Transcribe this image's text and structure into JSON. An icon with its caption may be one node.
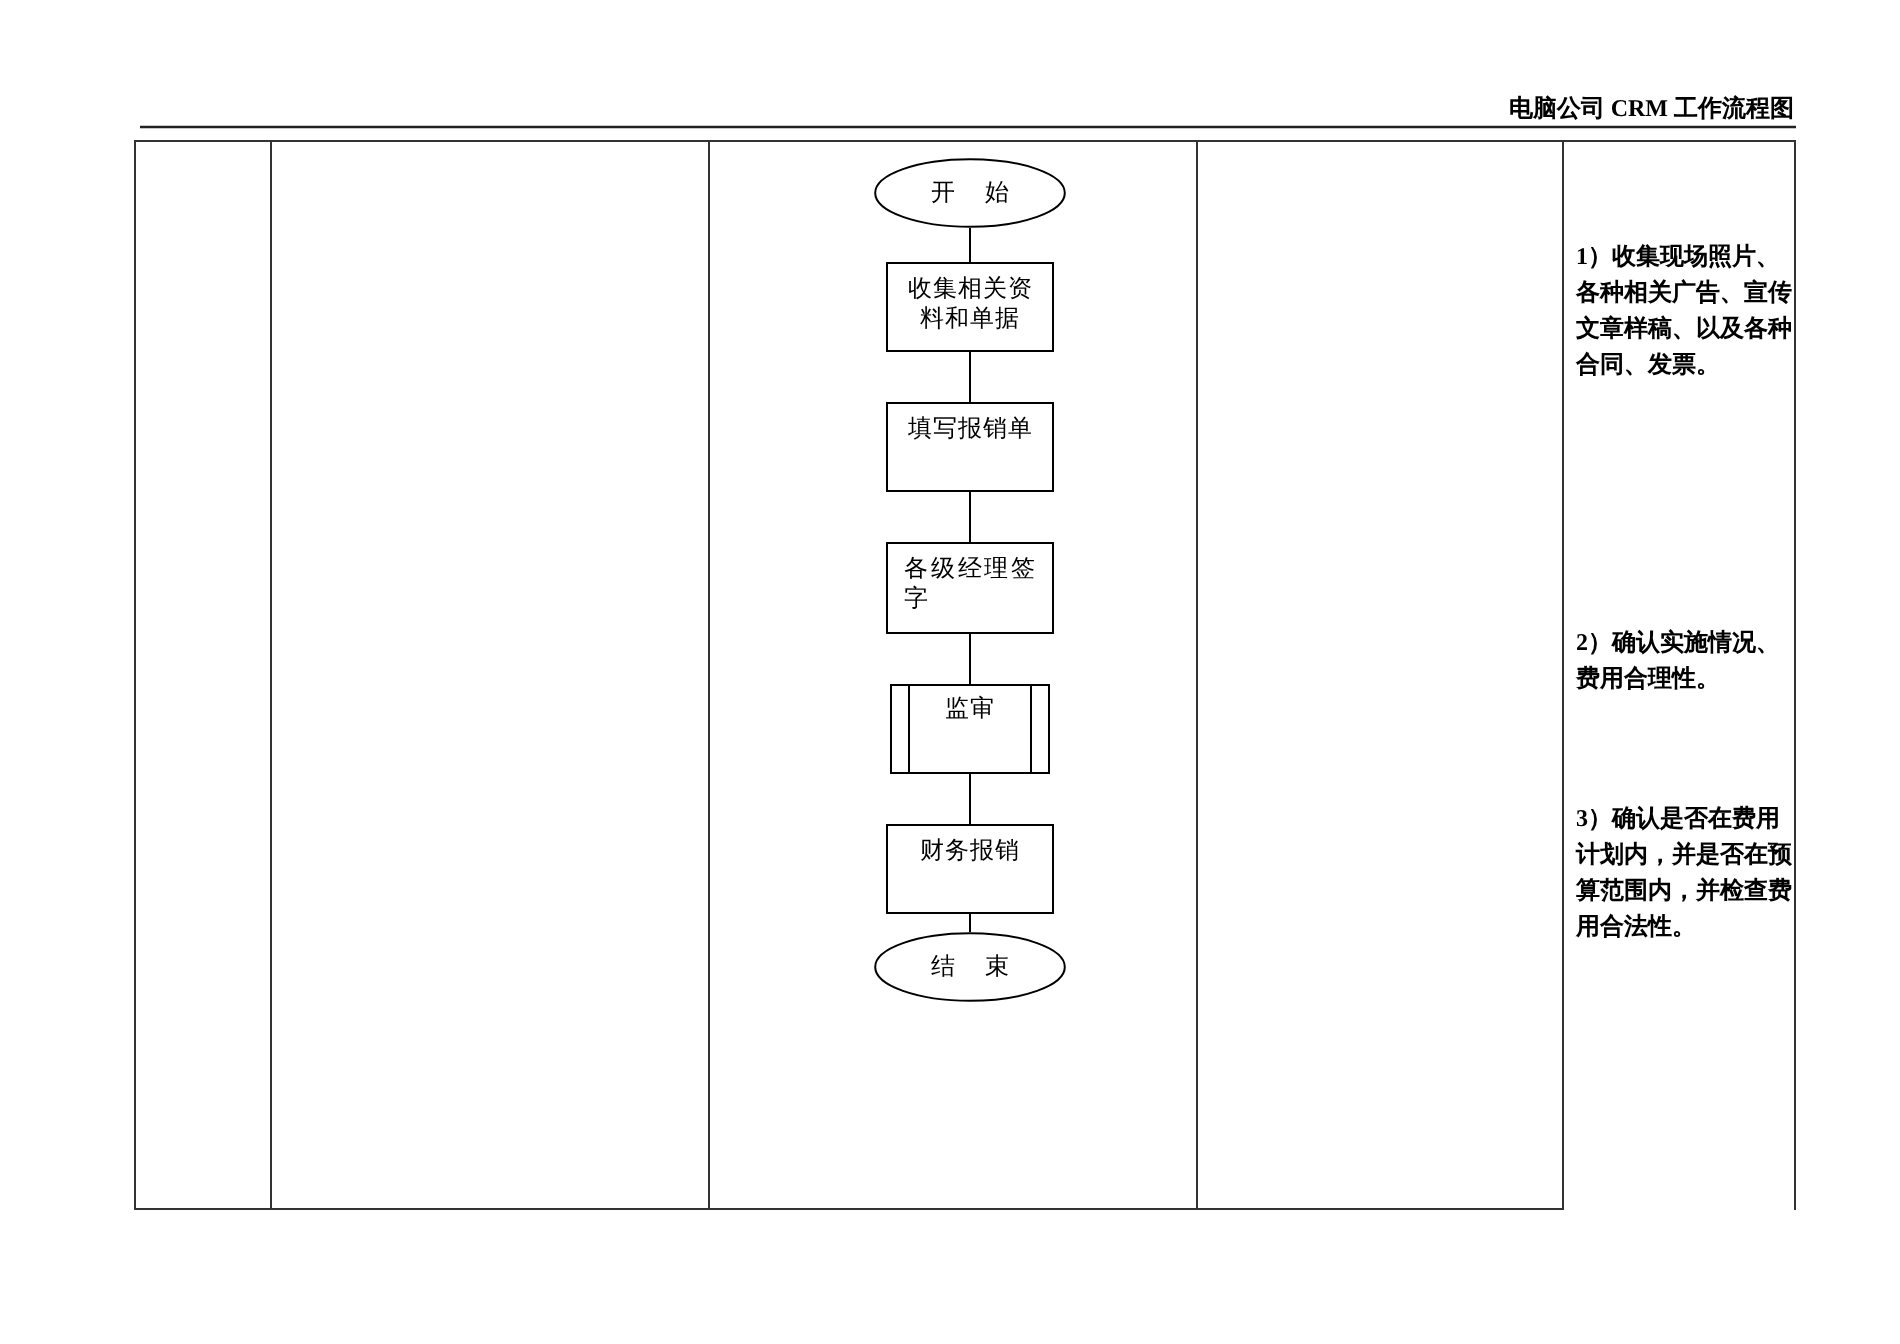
{
  "diagram": {
    "title": "电脑公司 CRM 工作流程图",
    "nodes": [
      {
        "text": [
          "开 始"
        ]
      },
      {
        "text": [
          "收集相关资料和单据"
        ]
      },
      {
        "text": [
          "填写报销单"
        ]
      },
      {
        "text": [
          "各级经理签字"
        ]
      },
      {
        "text": [
          "监审"
        ]
      },
      {
        "text": [
          "财务报销"
        ]
      },
      {
        "text": [
          "结 束"
        ]
      }
    ],
    "edges": [
      {
        "from": 0,
        "to": 1,
        "arrow": "none"
      },
      {
        "from": 1,
        "to": 2,
        "arrow": "none"
      },
      {
        "from": 2,
        "to": 3,
        "arrow": "none"
      },
      {
        "from": 3,
        "to": 4,
        "arrow": "none"
      },
      {
        "from": 4,
        "to": 5,
        "arrow": "none"
      },
      {
        "from": 5,
        "to": 6,
        "arrow": "none"
      }
    ],
    "labels": [
      "1）收集现场照片、各种相关广告、宣传文章样稿、以及各种合同、发票。",
      "2）确认实施情况、费用合理性。",
      "3）确认是否在费用计划内，并是否在预算范围内，并检查费用合法性。"
    ]
  }
}
